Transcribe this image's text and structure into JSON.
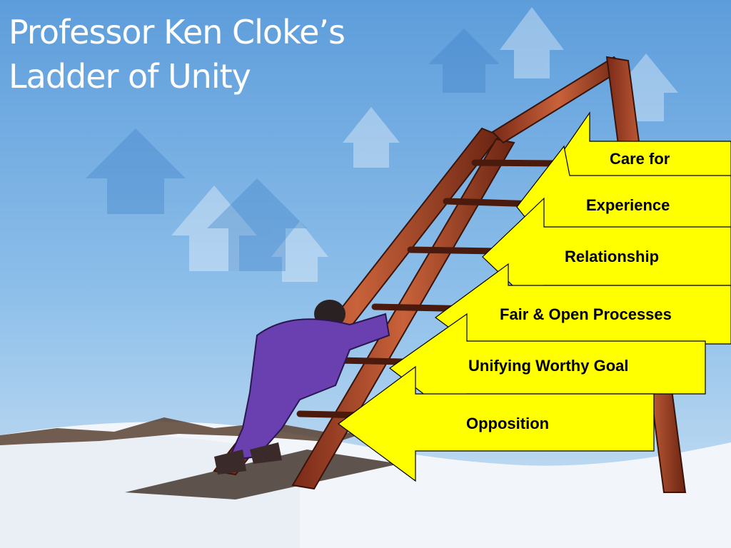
{
  "slide": {
    "title_line1": "Professor Ken Cloke’s",
    "title_line2": "Ladder of Unity"
  },
  "ladder_steps": [
    {
      "label": "Opposition"
    },
    {
      "label": "Unifying Worthy Goal"
    },
    {
      "label": "Fair & Open Processes"
    },
    {
      "label": "Relationship"
    },
    {
      "label": "Experience"
    },
    {
      "label": "Care for"
    }
  ],
  "colors": {
    "arrow_fill": "#ffff00",
    "sky": "#6aa6dc",
    "snow": "#f4f7fb",
    "ladder": "#a9442a",
    "climber": "#6a3fb0"
  },
  "icons": [
    "ladder-illustration",
    "climber-illustration",
    "arrow-shapes"
  ]
}
